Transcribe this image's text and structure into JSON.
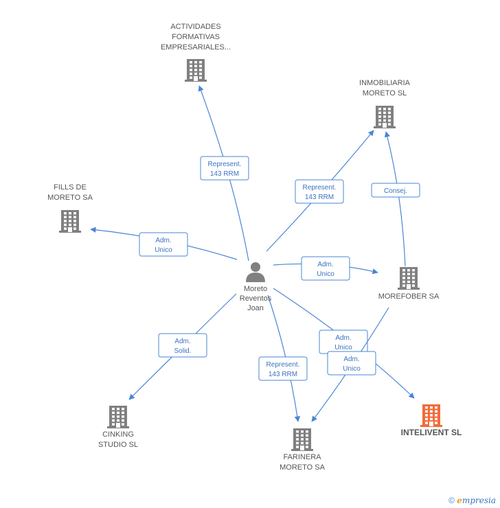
{
  "colors": {
    "edge": "#4a86d4",
    "company": "#808080",
    "highlight": "#f26b3a",
    "person": "#808080"
  },
  "center": {
    "name": "Moreto Reventos Joan",
    "lines": [
      "Moreto",
      "Reventos",
      "Joan"
    ],
    "icon": "person-icon"
  },
  "companies": [
    {
      "id": "actividades",
      "lines": [
        "ACTIVIDADES",
        "FORMATIVAS",
        "EMPRESARIALES..."
      ],
      "icon": "building-icon",
      "highlight": false
    },
    {
      "id": "inmobiliaria",
      "lines": [
        "INMOBILIARIA",
        "MORETO SL"
      ],
      "icon": "building-icon",
      "highlight": false
    },
    {
      "id": "fills",
      "lines": [
        "FILLS DE",
        "MORETO SA"
      ],
      "icon": "building-icon",
      "highlight": false
    },
    {
      "id": "morefober",
      "lines": [
        "MOREFOBER SA"
      ],
      "icon": "building-icon",
      "highlight": false
    },
    {
      "id": "cinking",
      "lines": [
        "CINKING",
        "STUDIO SL"
      ],
      "icon": "building-icon",
      "highlight": false
    },
    {
      "id": "farinera",
      "lines": [
        "FARINERA",
        "MORETO SA"
      ],
      "icon": "building-icon",
      "highlight": false
    },
    {
      "id": "intelivent",
      "lines": [
        "INTELIVENT SL"
      ],
      "icon": "building-icon",
      "highlight": true
    }
  ],
  "edges": [
    {
      "from": "center",
      "to": "actividades",
      "label": [
        "Represent.",
        "143 RRM"
      ]
    },
    {
      "from": "center",
      "to": "inmobiliaria",
      "label": [
        "Represent.",
        "143 RRM"
      ]
    },
    {
      "from": "center",
      "to": "fills",
      "label": [
        "Adm.",
        "Unico"
      ]
    },
    {
      "from": "center",
      "to": "morefober",
      "label": [
        "Adm.",
        "Unico"
      ]
    },
    {
      "from": "center",
      "to": "cinking",
      "label": [
        "Adm.",
        "Solid."
      ]
    },
    {
      "from": "center",
      "to": "farinera",
      "label": [
        "Represent.",
        "143 RRM"
      ]
    },
    {
      "from": "center",
      "to": "intelivent",
      "label": [
        "Adm.",
        "Unico"
      ]
    },
    {
      "from": "morefober",
      "to": "inmobiliaria",
      "label": [
        "Consej."
      ]
    },
    {
      "from": "morefober",
      "to": "farinera",
      "label": [
        "Adm.",
        "Unico"
      ]
    }
  ],
  "footer": {
    "copyright": "©",
    "brand_initial": "e",
    "brand_rest": "mpresia"
  }
}
